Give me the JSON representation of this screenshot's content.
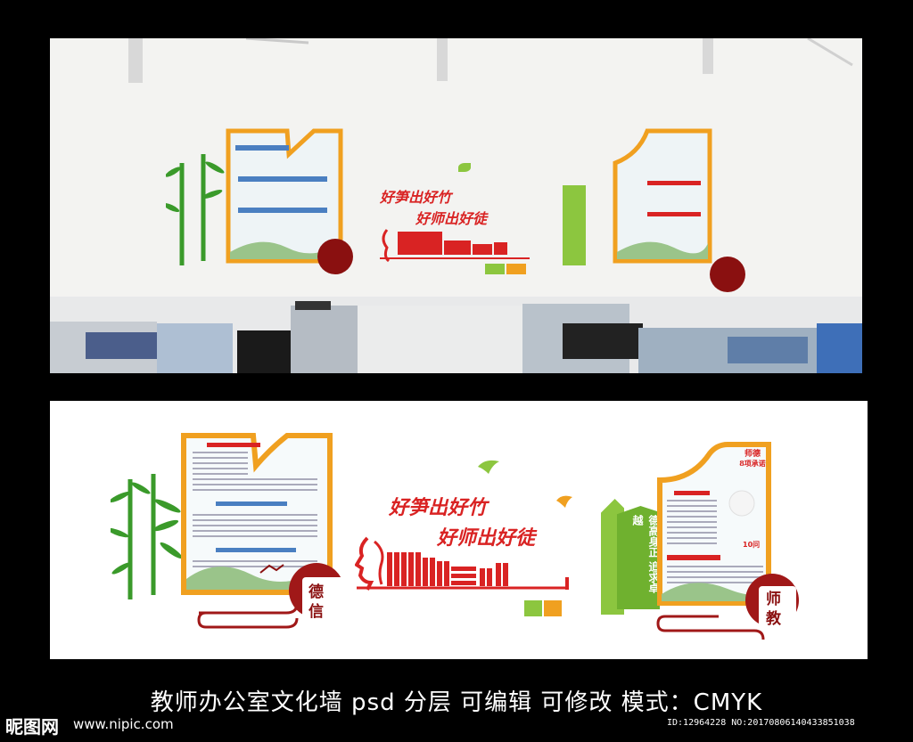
{
  "caption": "教师办公室文化墙 psd 分层 可编辑 可修改 模式：CMYK",
  "watermark": {
    "logo": "昵图网",
    "url": "www.nipic.com",
    "id": "ID:12964228 NO:20170806140433851038"
  },
  "wall": {
    "slogan_line1": "好笋出好竹",
    "slogan_line2": "好师出好徒",
    "left_sign": "德信",
    "right_sign": "师教",
    "green_banner": "德高身正 追求卓越",
    "right_badge_line1": "师德",
    "right_badge_line2": "8项承诺",
    "right_badge_number": "10问"
  },
  "colors": {
    "frame": "#f0a020",
    "accent_red": "#d92323",
    "dark_red": "#8a1010",
    "bamboo": "#3a9a2a",
    "leaf_green": "#8cc63f"
  }
}
